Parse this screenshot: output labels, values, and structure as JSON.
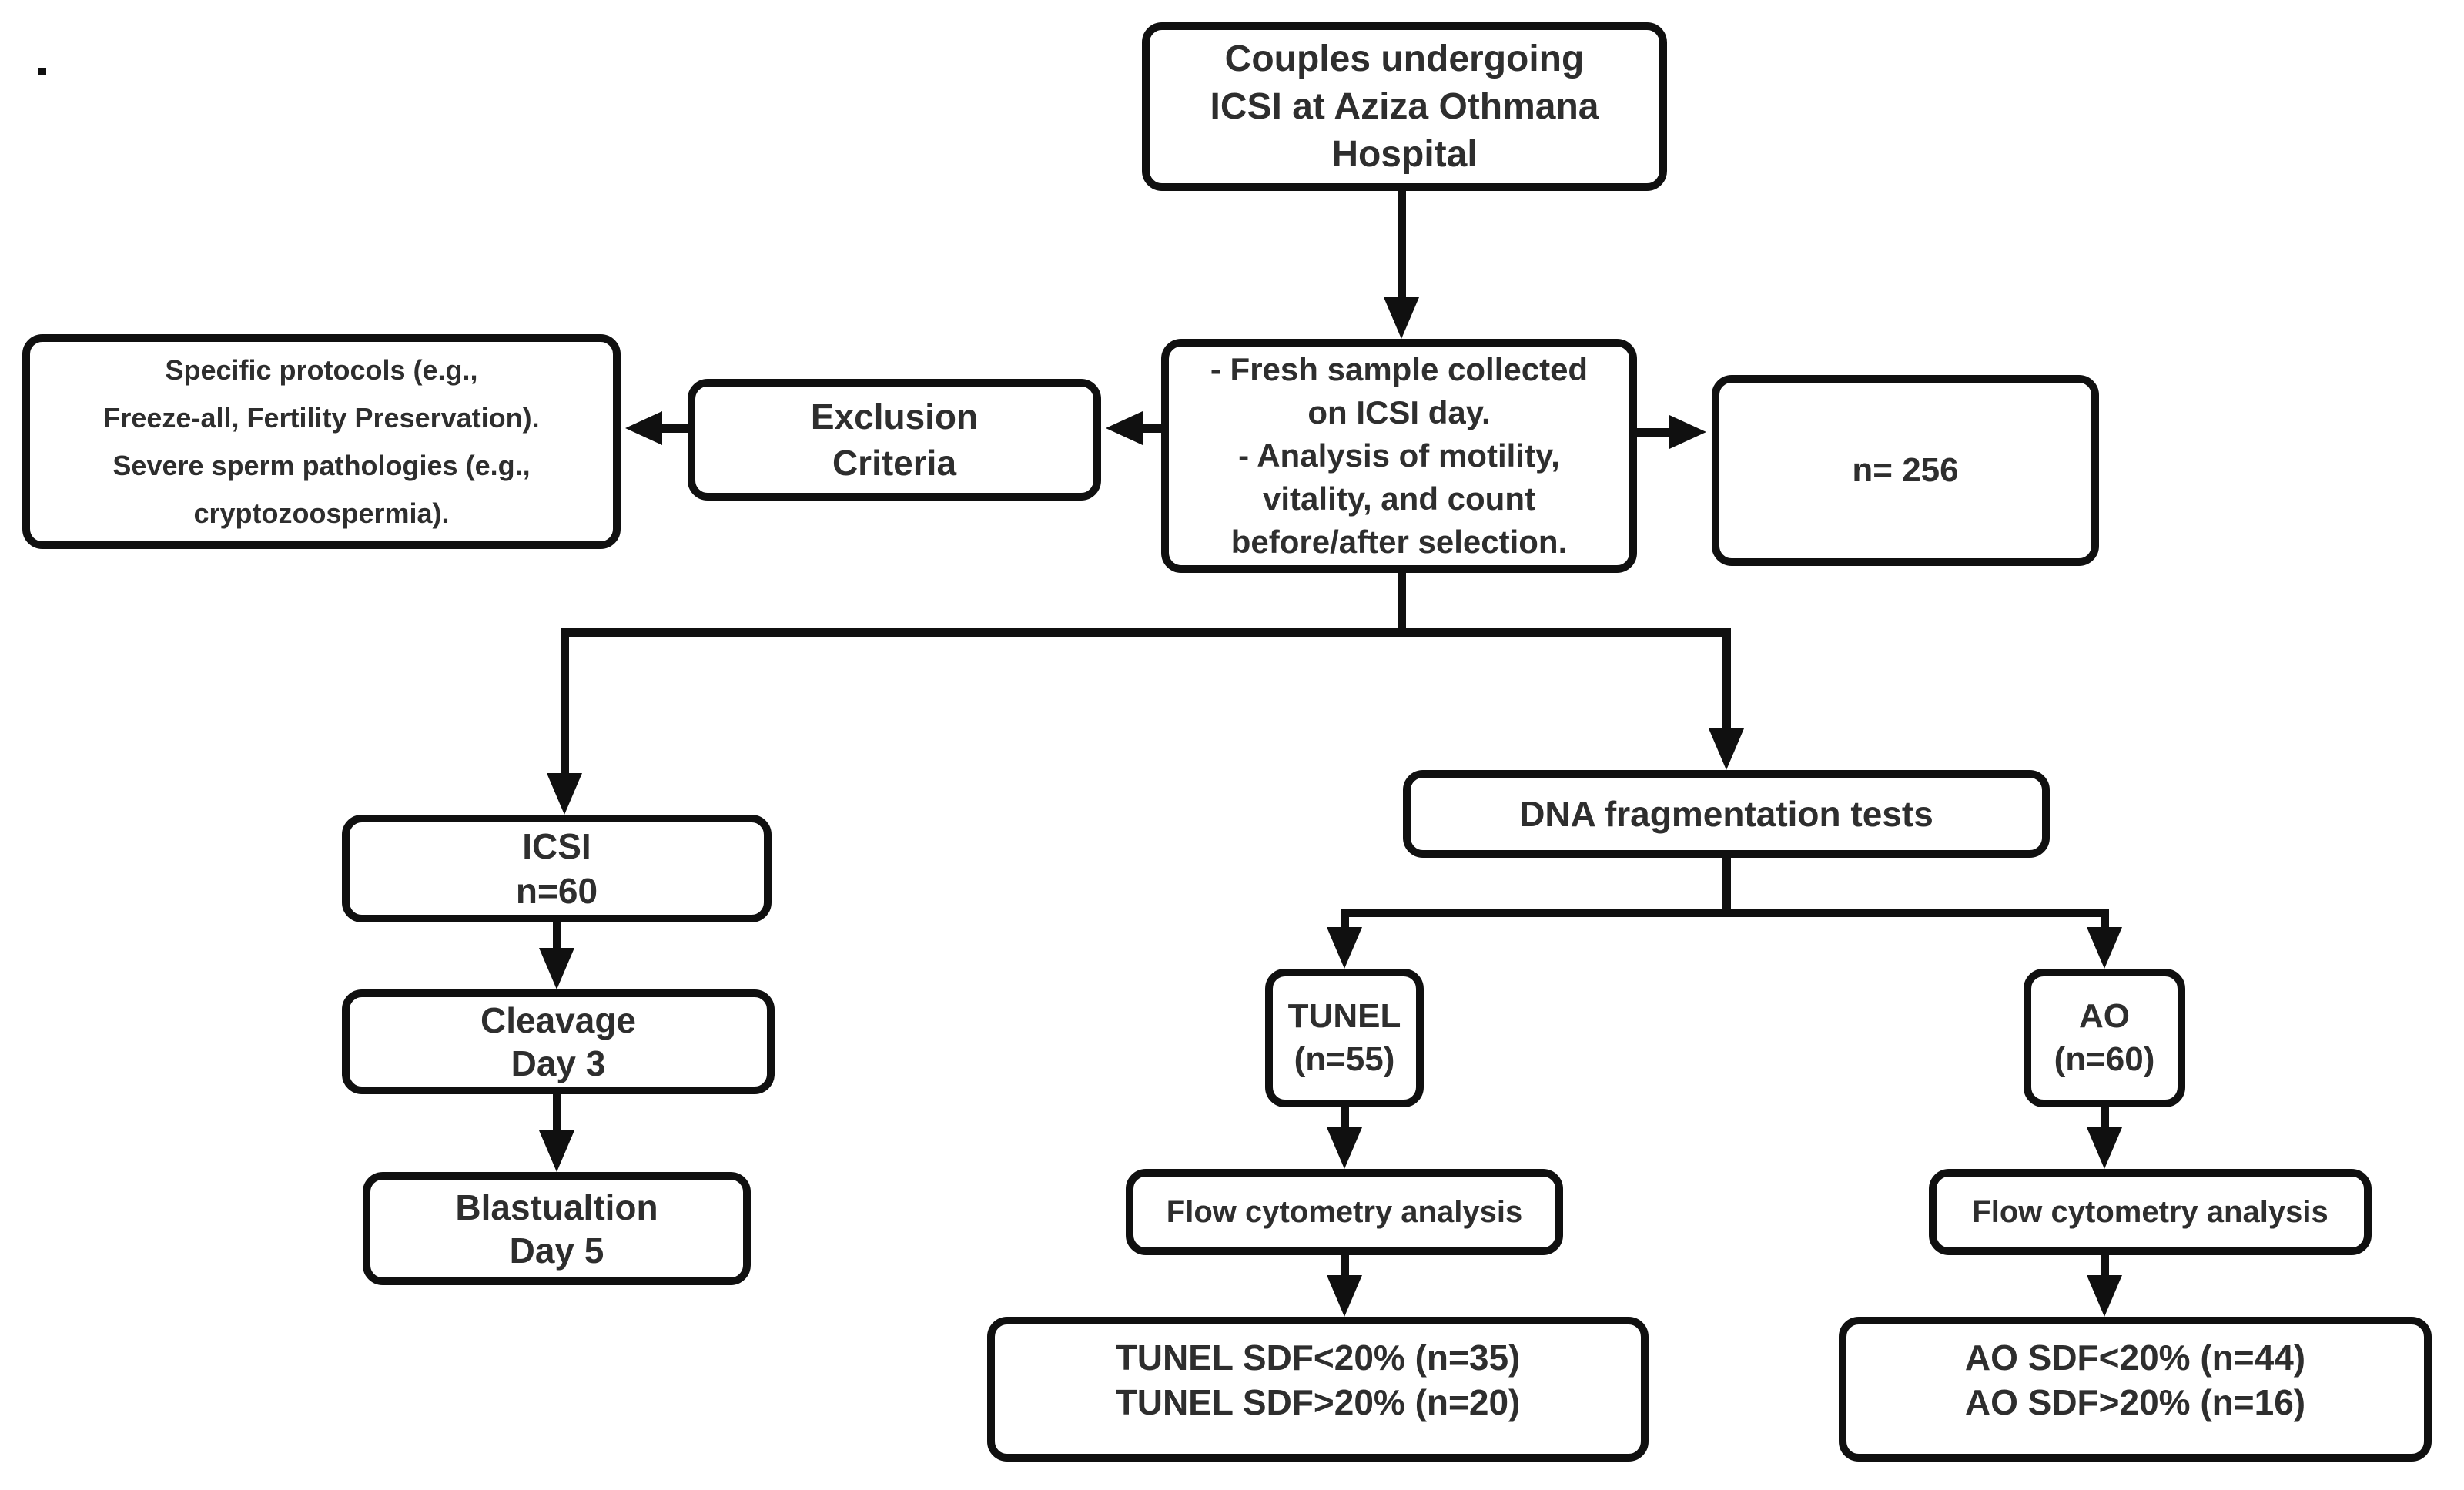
{
  "diagram": {
    "type": "flowchart",
    "colors": {
      "box_background": "#ffffff",
      "box_border": "#101010",
      "arrow": "#101010",
      "text": "#2e2e2e",
      "page_background": "#ffffff"
    },
    "stray_mark": "."
  },
  "nodes": {
    "couples": {
      "label": "Couples undergoing\nICSI at Aziza Othmana\nHospital"
    },
    "fresh_sample": {
      "label": "- Fresh sample collected\non ICSI day.\n- Analysis of motility,\nvitality, and count\nbefore/after selection."
    },
    "exclusion_criteria": {
      "label": "Exclusion\nCriteria"
    },
    "specific_protocols": {
      "label": "Specific protocols (e.g.,\nFreeze-all, Fertility Preservation).\nSevere sperm pathologies (e.g.,\ncryptozoospermia)."
    },
    "sample_size": {
      "label": "n= 256"
    },
    "icsi": {
      "label": "ICSI\nn=60"
    },
    "cleavage": {
      "label": "Cleavage\nDay 3"
    },
    "blastulation": {
      "label": "Blastualtion\nDay 5"
    },
    "dna_tests": {
      "label": "DNA fragmentation tests"
    },
    "tunel": {
      "label": "TUNEL\n(n=55)"
    },
    "ao": {
      "label": "AO\n(n=60)"
    },
    "flow_cytometry_tunel": {
      "label": "Flow cytometry analysis"
    },
    "flow_cytometry_ao": {
      "label": "Flow cytometry analysis"
    },
    "tunel_results": {
      "label": "TUNEL SDF<20% (n=35)\nTUNEL SDF>20% (n=20)"
    },
    "ao_results": {
      "label": "AO SDF<20% (n=44)\nAO SDF>20% (n=16)"
    }
  },
  "edges": [
    {
      "from": "couples",
      "to": "fresh_sample"
    },
    {
      "from": "fresh_sample",
      "to": "exclusion_criteria"
    },
    {
      "from": "exclusion_criteria",
      "to": "specific_protocols"
    },
    {
      "from": "fresh_sample",
      "to": "sample_size"
    },
    {
      "from": "fresh_sample",
      "to": "icsi"
    },
    {
      "from": "fresh_sample",
      "to": "dna_tests"
    },
    {
      "from": "icsi",
      "to": "cleavage"
    },
    {
      "from": "cleavage",
      "to": "blastulation"
    },
    {
      "from": "dna_tests",
      "to": "tunel"
    },
    {
      "from": "dna_tests",
      "to": "ao"
    },
    {
      "from": "tunel",
      "to": "flow_cytometry_tunel"
    },
    {
      "from": "flow_cytometry_tunel",
      "to": "tunel_results"
    },
    {
      "from": "ao",
      "to": "flow_cytometry_ao"
    },
    {
      "from": "flow_cytometry_ao",
      "to": "ao_results"
    }
  ]
}
